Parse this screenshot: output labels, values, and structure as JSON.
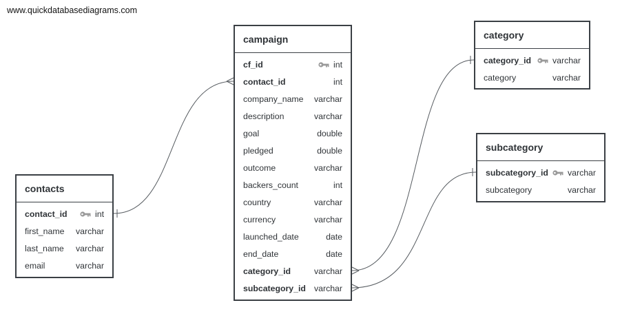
{
  "site_url": "www.quickdatabasediagrams.com",
  "tables": {
    "campaign": {
      "title": "campaign",
      "columns": [
        {
          "name": "cf_id",
          "type": "int",
          "pk": true,
          "fk": false
        },
        {
          "name": "contact_id",
          "type": "int",
          "pk": false,
          "fk": true
        },
        {
          "name": "company_name",
          "type": "varchar",
          "pk": false,
          "fk": false
        },
        {
          "name": "description",
          "type": "varchar",
          "pk": false,
          "fk": false
        },
        {
          "name": "goal",
          "type": "double",
          "pk": false,
          "fk": false
        },
        {
          "name": "pledged",
          "type": "double",
          "pk": false,
          "fk": false
        },
        {
          "name": "outcome",
          "type": "varchar",
          "pk": false,
          "fk": false
        },
        {
          "name": "backers_count",
          "type": "int",
          "pk": false,
          "fk": false
        },
        {
          "name": "country",
          "type": "varchar",
          "pk": false,
          "fk": false
        },
        {
          "name": "currency",
          "type": "varchar",
          "pk": false,
          "fk": false
        },
        {
          "name": "launched_date",
          "type": "date",
          "pk": false,
          "fk": false
        },
        {
          "name": "end_date",
          "type": "date",
          "pk": false,
          "fk": false
        },
        {
          "name": "category_id",
          "type": "varchar",
          "pk": false,
          "fk": true
        },
        {
          "name": "subcategory_id",
          "type": "varchar",
          "pk": false,
          "fk": true
        }
      ]
    },
    "contacts": {
      "title": "contacts",
      "columns": [
        {
          "name": "contact_id",
          "type": "int",
          "pk": true,
          "fk": false
        },
        {
          "name": "first_name",
          "type": "varchar",
          "pk": false,
          "fk": false
        },
        {
          "name": "last_name",
          "type": "varchar",
          "pk": false,
          "fk": false
        },
        {
          "name": "email",
          "type": "varchar",
          "pk": false,
          "fk": false
        }
      ]
    },
    "category": {
      "title": "category",
      "columns": [
        {
          "name": "category_id",
          "type": "varchar",
          "pk": true,
          "fk": false
        },
        {
          "name": "category",
          "type": "varchar",
          "pk": false,
          "fk": false
        }
      ]
    },
    "subcategory": {
      "title": "subcategory",
      "columns": [
        {
          "name": "subcategory_id",
          "type": "varchar",
          "pk": true,
          "fk": false
        },
        {
          "name": "subcategory",
          "type": "varchar",
          "pk": false,
          "fk": false
        }
      ]
    }
  },
  "colors": {
    "border": "#3a3f44",
    "connector": "#555a5f",
    "key_icon": "#9a9a9a"
  }
}
